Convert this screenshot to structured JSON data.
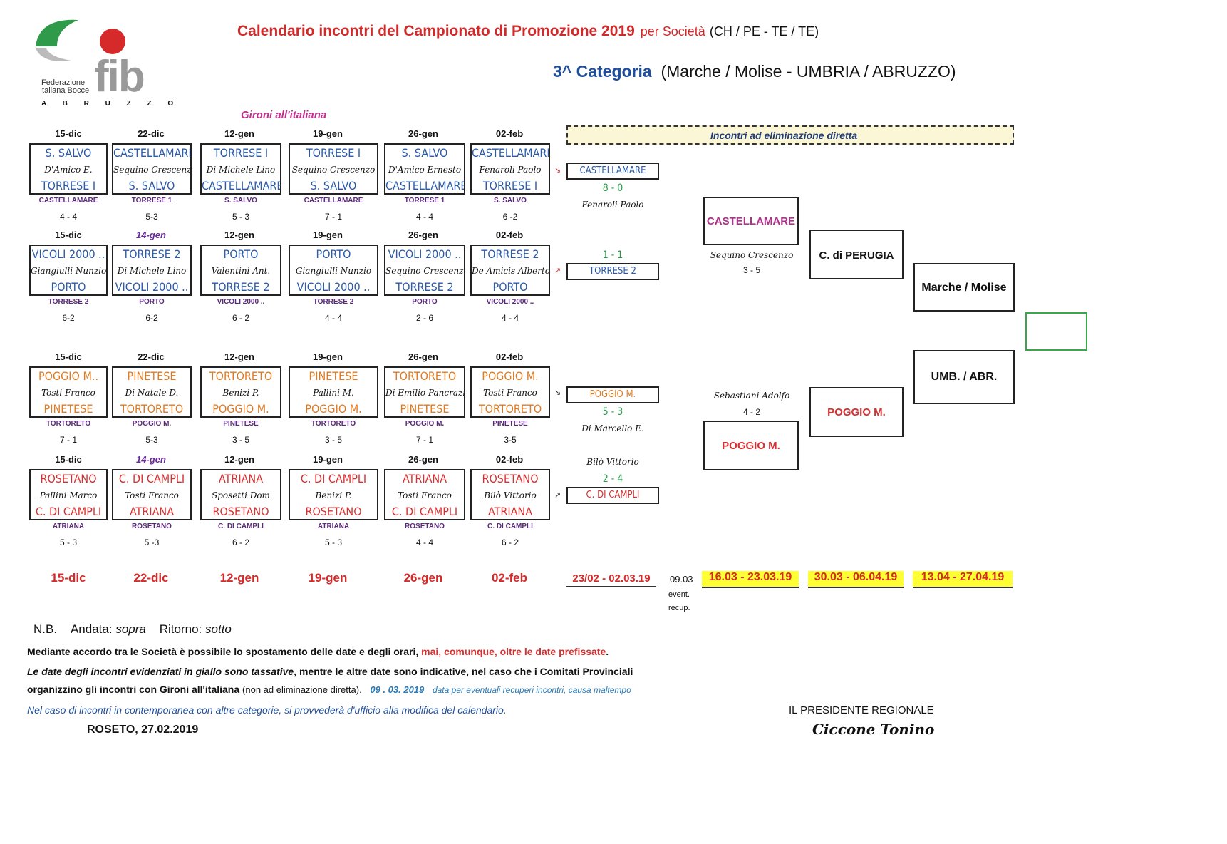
{
  "logo": {
    "line1": "Federazione",
    "line2": "Italiana Bocce",
    "brand": "fib",
    "region": "A B R U Z Z O"
  },
  "header": {
    "title": "Calendario incontri del Campionato di Promozione 2019",
    "per": "per Società",
    "regions": "(CH / PE  -  TE / TE)",
    "cat": "3^ Categoria",
    "cat_rest": "(Marche / Molise  -  UMBRIA / ABRUZZO)",
    "gironi": "Gironi all'italiana",
    "ko": "Incontri ad eliminazione diretta"
  },
  "groups": [
    {
      "dates": [
        "15-dic",
        "22-dic",
        "12-gen",
        "19-gen",
        "26-gen",
        "02-feb"
      ],
      "matches": [
        {
          "home": "S. SALVO",
          "ref": "D'Amico E.",
          "away": "TORRESE I",
          "below": "CASTELLAMARE",
          "score": "4 - 4"
        },
        {
          "home": "CASTELLAMARE",
          "ref": "Sequino Crescenzo",
          "away": "S. SALVO",
          "below": "TORRESE 1",
          "score": "5-3"
        },
        {
          "home": "TORRESE I",
          "ref": "Di Michele Lino",
          "away": "CASTELLAMARE",
          "below": "S. SALVO",
          "score": "5 - 3"
        },
        {
          "home": "TORRESE I",
          "ref": "Sequino Crescenzo",
          "away": "S. SALVO",
          "below": "CASTELLAMARE",
          "score": "7 - 1"
        },
        {
          "home": "S. SALVO",
          "ref": "D'Amico Ernesto",
          "away": "CASTELLAMARE",
          "below": "TORRESE 1",
          "score": "4 - 4"
        },
        {
          "home": "CASTELLAMARE",
          "ref": "Fenaroli Paolo",
          "away": "TORRESE I",
          "below": "S. SALVO",
          "score": "6 -2"
        }
      ]
    },
    {
      "dates": [
        "15-dic",
        "14-gen",
        "12-gen",
        "19-gen",
        "26-gen",
        "02-feb"
      ],
      "matches": [
        {
          "home": "VICOLI 2000 ..",
          "ref": "Giangiulli Nunzio",
          "away": "PORTO",
          "below": "TORRESE 2",
          "score": "6-2"
        },
        {
          "home": "TORRESE 2",
          "ref": "Di Michele Lino",
          "away": "VICOLI 2000 ..",
          "below": "PORTO",
          "score": "6-2"
        },
        {
          "home": "PORTO",
          "ref": "Valentini Ant.",
          "away": "TORRESE 2",
          "below": "VICOLI 2000 ..",
          "score": "6 - 2"
        },
        {
          "home": "PORTO",
          "ref": "Giangiulli Nunzio",
          "away": "VICOLI 2000 ..",
          "below": "TORRESE 2",
          "score": "4 - 4"
        },
        {
          "home": "VICOLI 2000 ..",
          "ref": "Sequino Crescenzo",
          "away": "TORRESE 2",
          "below": "PORTO",
          "score": "2 - 6"
        },
        {
          "home": "TORRESE 2",
          "ref": "De Amicis Alberto",
          "away": "PORTO",
          "below": "VICOLI 2000 ..",
          "score": "4 - 4"
        }
      ]
    },
    {
      "dates": [
        "15-dic",
        "22-dic",
        "12-gen",
        "19-gen",
        "26-gen",
        "02-feb"
      ],
      "matches": [
        {
          "home": "POGGIO M..",
          "ref": "Tosti Franco",
          "away": "PINETESE",
          "below": "TORTORETO",
          "score": "7 - 1"
        },
        {
          "home": "PINETESE",
          "ref": "Di Natale D.",
          "away": "TORTORETO",
          "below": "POGGIO M.",
          "score": "5-3"
        },
        {
          "home": "TORTORETO",
          "ref": "Benizi P.",
          "away": "POGGIO M.",
          "below": "PINETESE",
          "score": "3 - 5"
        },
        {
          "home": "PINETESE",
          "ref": "Pallini M.",
          "away": "POGGIO M.",
          "below": "TORTORETO",
          "score": "3 - 5"
        },
        {
          "home": "TORTORETO",
          "ref": "Di Emilio Pancrazio",
          "away": "PINETESE",
          "below": "POGGIO M.",
          "score": "7 - 1"
        },
        {
          "home": "POGGIO M.",
          "ref": "Tosti Franco",
          "away": "TORTORETO",
          "below": "PINETESE",
          "score": "3-5"
        }
      ]
    },
    {
      "dates": [
        "15-dic",
        "14-gen",
        "12-gen",
        "19-gen",
        "26-gen",
        "02-feb"
      ],
      "matches": [
        {
          "home": "ROSETANO",
          "ref": "Pallini Marco",
          "away": "C. DI CAMPLI",
          "below": "ATRIANA",
          "score": "5 - 3"
        },
        {
          "home": "C. DI CAMPLI",
          "ref": "Tosti Franco",
          "away": "ATRIANA",
          "below": "ROSETANO",
          "score": "5 -3"
        },
        {
          "home": "ATRIANA",
          "ref": "Sposetti Dom",
          "away": "ROSETANO",
          "below": "C. DI CAMPLI",
          "score": "6 - 2"
        },
        {
          "home": "C. DI CAMPLI",
          "ref": "Benizi P.",
          "away": "ROSETANO",
          "below": "ATRIANA",
          "score": "5 - 3"
        },
        {
          "home": "ATRIANA",
          "ref": "Tosti Franco",
          "away": "C. DI CAMPLI",
          "below": "ROSETANO",
          "score": "4 - 4"
        },
        {
          "home": "ROSETANO",
          "ref": "Bilò Vittorio",
          "away": "ATRIANA",
          "below": "C. DI CAMPLI",
          "score": "6 - 2"
        }
      ]
    }
  ],
  "knockout": {
    "r1": [
      {
        "team": "CASTELLAMARE",
        "result": "8 - 0",
        "ref": "Fenaroli Paolo"
      },
      {
        "team": "TORRESE 2",
        "result": "1 - 1"
      },
      {
        "team": "POGGIO M.",
        "result": "5 - 3",
        "ref": "Di Marcello E."
      },
      {
        "team": "C. DI CAMPLI",
        "result": "2 - 4",
        "ref": "Bilò Vittorio"
      }
    ],
    "semi_top": {
      "team": "CASTELLAMARE",
      "ref": "Sequino Crescenzo",
      "score": "3 - 5"
    },
    "semi_bottom": {
      "team": "POGGIO M.",
      "ref": "Sebastiani Adolfo",
      "score": "4 - 2"
    },
    "final_top": "C. di PERUGIA",
    "final_bottom": "POGGIO M.",
    "inter_top": "Marche / Molise",
    "inter_bottom": "UMB. / ABR."
  },
  "bottom_dates": {
    "group": [
      "15-dic",
      "22-dic",
      "12-gen",
      "19-gen",
      "26-gen",
      "02-feb"
    ],
    "r1": "23/02 - 02.03.19",
    "rec": "09.03",
    "rec2": "event.",
    "rec3": "recup.",
    "semi": "16.03 - 23.03.19",
    "fin": "30.03 - 06.04.19",
    "inter": "13.04 - 27.04.19"
  },
  "notes": {
    "nb": "N.B.",
    "andata": "Andata:",
    "sopra": "sopra",
    "ritorno": "Ritorno:",
    "sotto": "sotto",
    "l1a": "Mediante accordo tra le Società è possibile lo spostamento delle date e degli orari, ",
    "l1b": "mai, comunque, oltre le date prefissate",
    "l1c": ".",
    "l2a": "Le date degli incontri evidenziati in giallo sono tassative",
    "l2b": ", mentre le altre date sono indicative, nel caso che i Comitati Provinciali",
    "l3a": "organizzino gli incontri con Gironi all'italiana",
    "l3b": "(non ad eliminazione diretta).",
    "l3c": "09 . 03. 2019",
    "l3d": "data per eventuali recuperi incontri, causa maltempo",
    "l4": "Nel caso di incontri in contemporanea con altre categorie, si provvederà d'ufficio alla modifica del calendario.",
    "place": "ROSETO, 27.02.2019",
    "pres": "IL PRESIDENTE REGIONALE",
    "sign": "Ciccone Tonino"
  },
  "colors": {
    "blue": "#2a5aa8",
    "orange": "#e07a20",
    "red": "#d63030",
    "purple": "#5a2a7a",
    "green": "#2a9a4a",
    "yellow": "#ffff33"
  }
}
